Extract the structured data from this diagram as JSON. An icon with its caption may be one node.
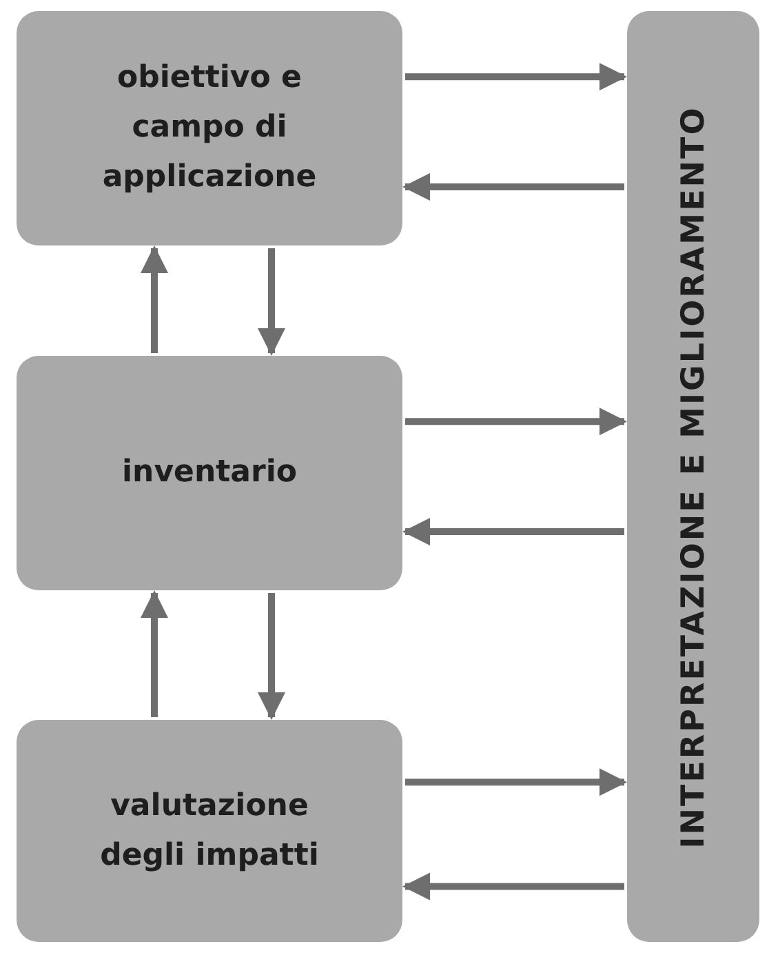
{
  "diagram": {
    "nodes": [
      {
        "text": [
          "obiettivo e campo di applicazione"
        ]
      },
      {
        "text": [
          "inventario"
        ]
      },
      {
        "text": [
          "valutazione degli impatti"
        ]
      },
      {
        "text": [
          "INTERPRETAZIONE E MIGLIORAMENTO"
        ]
      }
    ],
    "edges": [
      {
        "from": 0,
        "to": 3,
        "arrow": "to"
      },
      {
        "from": 3,
        "to": 0,
        "arrow": "to"
      },
      {
        "from": 1,
        "to": 0,
        "arrow": "to"
      },
      {
        "from": 0,
        "to": 1,
        "arrow": "to"
      },
      {
        "from": 1,
        "to": 3,
        "arrow": "to"
      },
      {
        "from": 3,
        "to": 1,
        "arrow": "to"
      },
      {
        "from": 2,
        "to": 1,
        "arrow": "to"
      },
      {
        "from": 1,
        "to": 2,
        "arrow": "to"
      },
      {
        "from": 2,
        "to": 3,
        "arrow": "to"
      },
      {
        "from": 3,
        "to": 2,
        "arrow": "to"
      }
    ]
  }
}
